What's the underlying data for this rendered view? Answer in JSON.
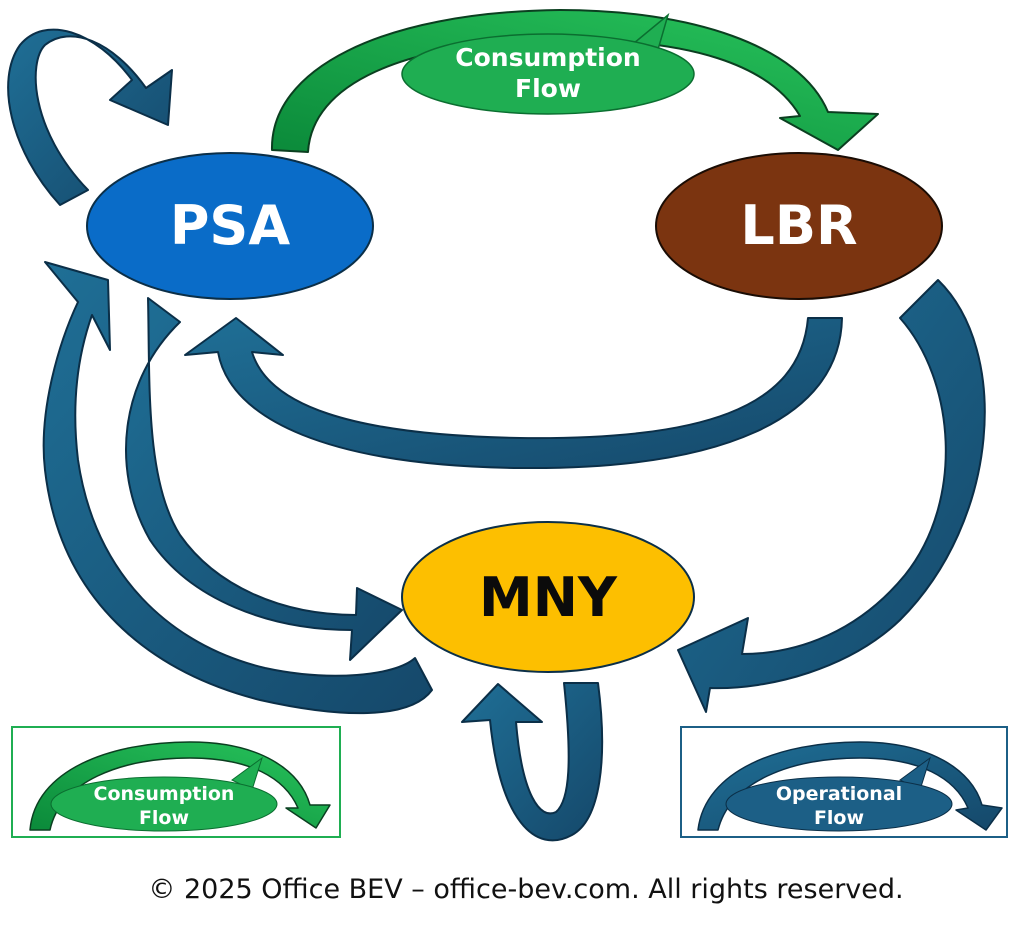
{
  "nodes": {
    "psa": {
      "label": "PSA",
      "color": "#0a6cc8",
      "text_color": "#ffffff"
    },
    "lbr": {
      "label": "LBR",
      "color": "#7b3410",
      "text_color": "#ffffff"
    },
    "mny": {
      "label": "MNY",
      "color": "#fdbf00",
      "text_color": "#0b0b0b"
    }
  },
  "annotation": {
    "line1": "Consumption",
    "line2": "Flow",
    "color": "#1fae52"
  },
  "legend": {
    "consumption": {
      "line1": "Consumption",
      "line2": "Flow",
      "color": "#1fae52",
      "border": "#1fae52"
    },
    "operational": {
      "line1": "Operational",
      "line2": "Flow",
      "color": "#1c5f86",
      "border": "#1c5f86"
    }
  },
  "colors": {
    "operational_arrow": "#1c5f86",
    "consumption_arrow": "#1fae52",
    "arrow_outline": "#0b2f48"
  },
  "copyright": "© 2025 Office BEV – office-bev.com. All rights reserved."
}
